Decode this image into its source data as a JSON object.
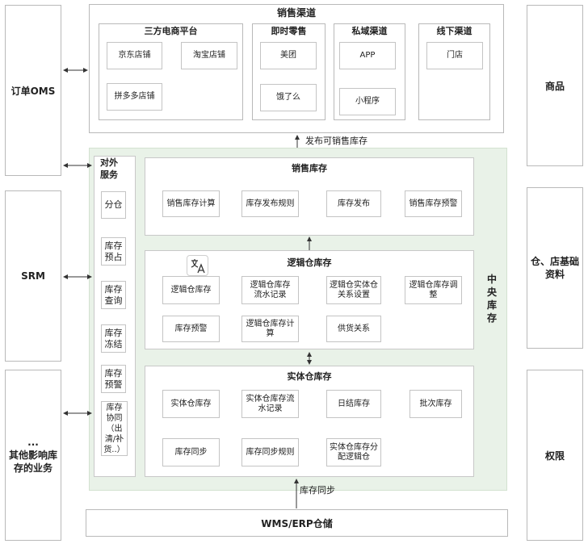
{
  "left_panels": {
    "oms": "订单OMS",
    "srm": "SRM",
    "other_line1": "...",
    "other_line2": "其他影响库",
    "other_line3": "存的业务"
  },
  "right_panels": {
    "goods": "商品",
    "base_data_line1": "仓、店基础",
    "base_data_line2": "资料",
    "permission": "权限"
  },
  "sales_channels": {
    "title": "销售渠道",
    "third_party": {
      "title": "三方电商平台",
      "items": [
        "京东店铺",
        "淘宝店铺",
        "拼多多店铺"
      ]
    },
    "instant_retail": {
      "title": "即时零售",
      "items": [
        "美团",
        "饿了么"
      ]
    },
    "private": {
      "title": "私域渠道",
      "items": [
        "APP",
        "小程序"
      ]
    },
    "offline": {
      "title": "线下渠道",
      "items": [
        "门店"
      ]
    }
  },
  "arrows": {
    "publish_label": "发布可销售库存",
    "sync_label": "库存同步"
  },
  "central": {
    "title_chars": [
      "中",
      "央",
      "库",
      "存"
    ],
    "service_title_line1": "对外",
    "service_title_line2": "服务",
    "services": [
      [
        "分仓"
      ],
      [
        "库存",
        "预占"
      ],
      [
        "库存",
        "查询"
      ],
      [
        "库存",
        "冻结"
      ],
      [
        "库存",
        "预警"
      ],
      [
        "库存",
        "协同",
        "（出",
        "清/补",
        "货..）"
      ]
    ],
    "sales_inventory": {
      "title": "销售库存",
      "items": [
        "销售库存计算",
        "库存发布规则",
        "库存发布",
        "销售库存预警"
      ]
    },
    "logical_inventory": {
      "title": "逻辑仓库存",
      "items": [
        [
          "逻辑仓库存"
        ],
        [
          "逻辑仓库存",
          "流水记录"
        ],
        [
          "逻辑仓实体仓",
          "关系设置"
        ],
        [
          "逻辑仓库存调",
          "整"
        ],
        [
          "库存预警"
        ],
        [
          "逻辑仓库存计",
          "算"
        ],
        [
          "供货关系"
        ]
      ]
    },
    "physical_inventory": {
      "title": "实体仓库存",
      "items": [
        [
          "实体仓库存"
        ],
        [
          "实体仓库存流",
          "水记录"
        ],
        [
          "日结库存"
        ],
        [
          "批次库存"
        ],
        [
          "库存同步"
        ],
        [
          "库存同步规则"
        ],
        [
          "实体仓库存分",
          "配逻辑仓"
        ]
      ]
    }
  },
  "bottom": {
    "wms": "WMS/ERP仓储"
  },
  "icons": {
    "translate_badge": "translate-icon"
  }
}
